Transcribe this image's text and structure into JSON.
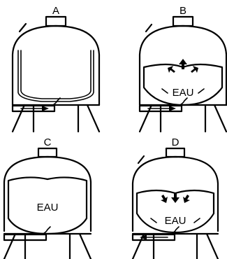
{
  "panels": [
    {
      "id": "A",
      "label": "A"
    },
    {
      "id": "B",
      "label": "B",
      "water_label": "EAU",
      "bladder_motion": "up"
    },
    {
      "id": "C",
      "label": "C",
      "water_label": "EAU"
    },
    {
      "id": "D",
      "label": "D",
      "water_label": "EAU",
      "bladder_motion": "down"
    }
  ]
}
